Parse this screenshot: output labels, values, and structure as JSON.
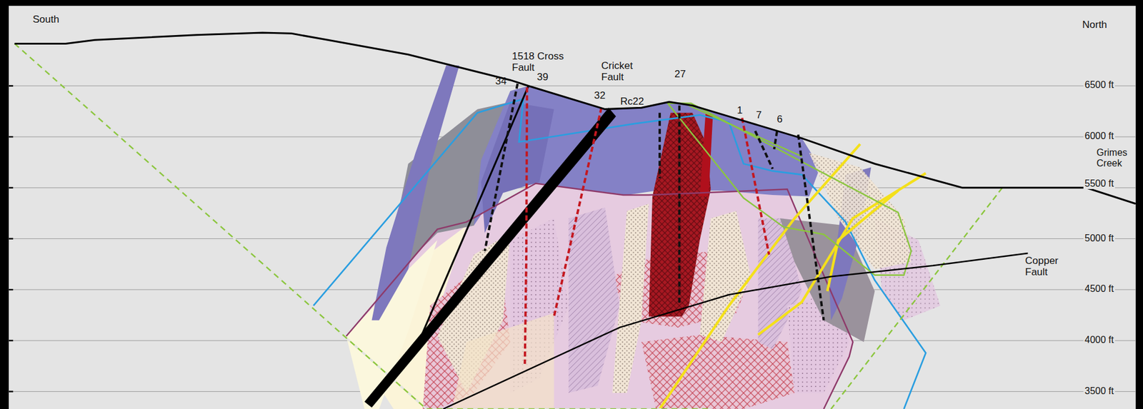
{
  "diagram": {
    "labels": [
      "South",
      "North",
      "1518 Cross Fault",
      "39",
      "34",
      "Cricket Fault",
      "32",
      "Rc22",
      "27",
      "1",
      "7",
      "6",
      "6500 ft",
      "6000 ft",
      "Grimes Creek",
      "5500 ft",
      "5000 ft",
      "Copper Fault",
      "4500 ft",
      "4000 ft",
      "3500 ft"
    ]
  }
}
